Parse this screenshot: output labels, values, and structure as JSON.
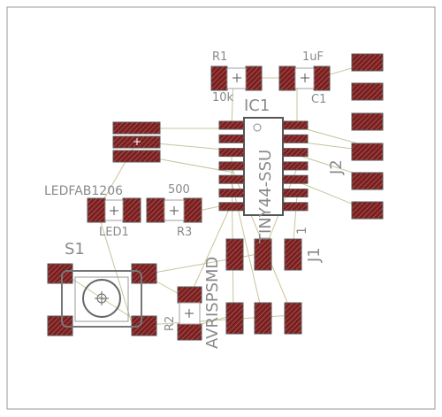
{
  "board": {
    "colors": {
      "background": "#ffffff",
      "outline": "#9a9a9a",
      "pad_fill": "#7a1f1f",
      "pad_hatch": "#c47a7a",
      "pad_border": "#5a5a5a",
      "silk": "#ffffff",
      "silk_stroke": "#a0a0a0",
      "label": "#8a8a8a",
      "airwire": "#c8c49a"
    }
  },
  "labels": {
    "r1_name": "R1",
    "r1_value": "10k",
    "c1_value": "1uF",
    "c1_name": "C1",
    "ic1_name": "IC1",
    "ic1_value": "TINY44-SSU",
    "j2_name": "J2",
    "j1_name": "J1",
    "j1_pin": "1",
    "j1_value": "AVRISPSMD",
    "led_value": "LEDFAB1206",
    "led_name": "LED1",
    "r3_value": "500",
    "r3_name": "R3",
    "s1_name": "S1",
    "r2_name": "R2"
  }
}
